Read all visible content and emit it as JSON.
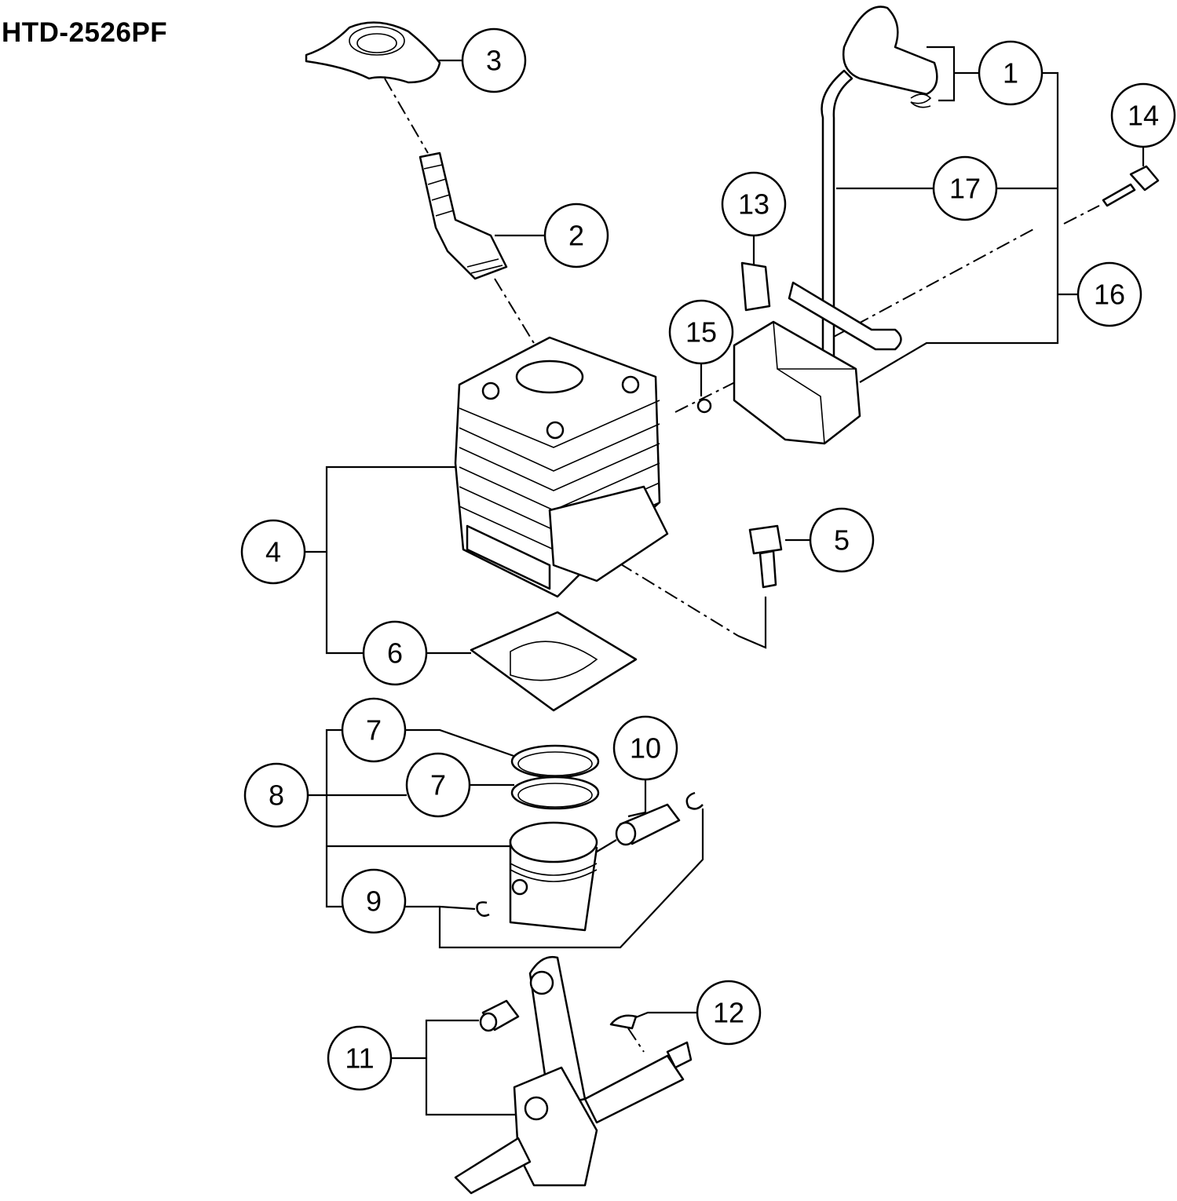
{
  "title": "HTD-2526PF",
  "callouts": {
    "c1": "1",
    "c2": "2",
    "c3": "3",
    "c4": "4",
    "c5": "5",
    "c6": "6",
    "c7a": "7",
    "c7b": "7",
    "c8": "8",
    "c9": "9",
    "c10": "10",
    "c11": "11",
    "c12": "12",
    "c13": "13",
    "c14": "14",
    "c15": "15",
    "c16": "16",
    "c17": "17"
  }
}
